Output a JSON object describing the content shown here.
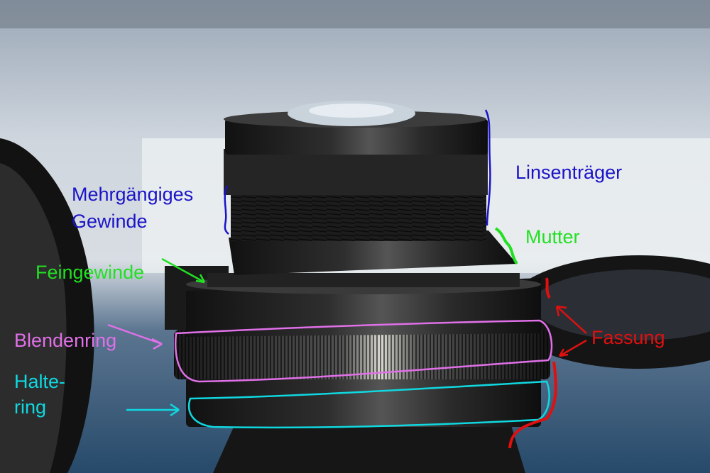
{
  "labels": {
    "linsentraeger": "Linsenträger",
    "mehrgaengiges_line1": "Mehrgängiges",
    "mehrgaengiges_line2": "Gewinde",
    "mutter": "Mutter",
    "feingewinde": "Feingewinde",
    "blendenring": "Blendenring",
    "fassung": "Fassung",
    "haltering_line1": "Halte-",
    "haltering_line2": "ring"
  },
  "colors": {
    "linsentraeger": "#1a14c8",
    "mehrgaengiges": "#1a14c8",
    "mutter": "#22e022",
    "feingewinde": "#22e022",
    "blendenring": "#e070e8",
    "fassung": "#e01010",
    "haltering": "#10d8e0"
  }
}
